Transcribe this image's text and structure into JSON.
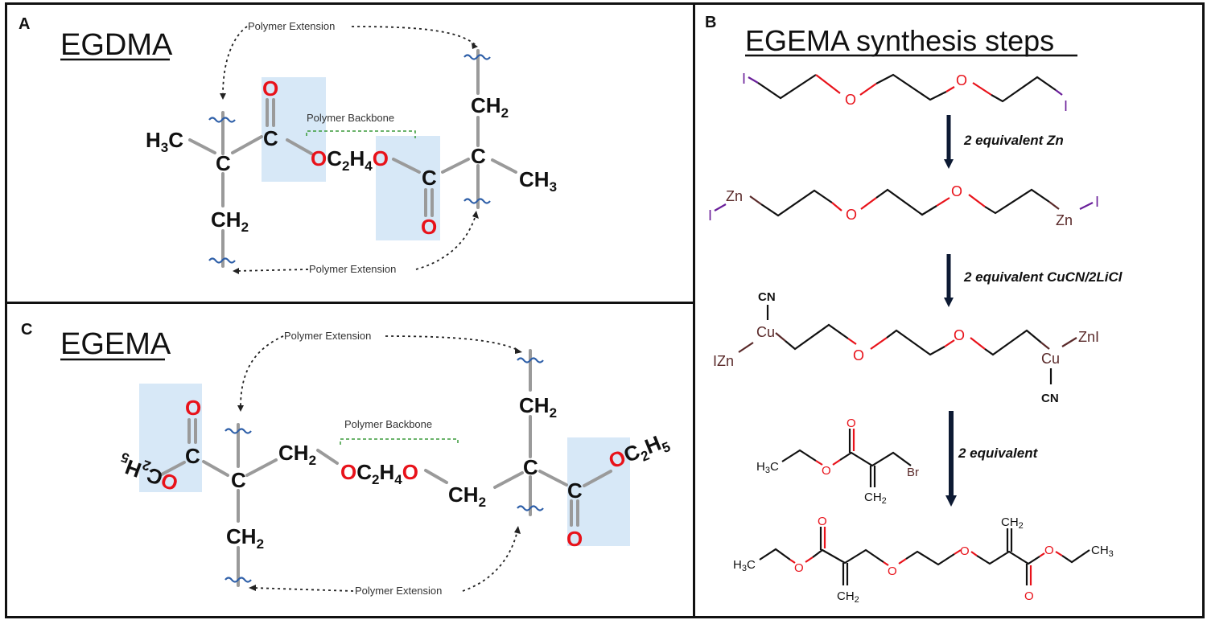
{
  "panels": {
    "a": {
      "letter": "A",
      "title": "EGDMA",
      "annotations": {
        "extension_top": "Polymer Extension",
        "backbone": "Polymer Backbone",
        "extension_bottom": "Polymer Extension"
      },
      "atoms": {
        "h3c": "H",
        "h3c_sub": "3",
        "h3c_tail": "C",
        "c_left": "C",
        "ch2_left": "CH",
        "ch2_left_sub": "2",
        "o_top": "O",
        "c_carbonyl_left": "C",
        "o_ester_left": "O",
        "c2h4_c": "C",
        "c2h4_sub1": "2",
        "c2h4_h": "H",
        "c2h4_sub2": "4",
        "o_ester_right": "O",
        "c_carbonyl_right": "C",
        "o_bottom": "O",
        "c_right": "C",
        "ch2_right": "CH",
        "ch2_right_sub": "2",
        "ch3": "CH",
        "ch3_sub": "3"
      }
    },
    "b": {
      "letter": "B",
      "title": "EGEMA synthesis steps",
      "steps": [
        {
          "reagent": "2 equivalent Zn"
        },
        {
          "reagent": "2 equivalent CuCN/2LiCl"
        },
        {
          "reagent": "2 equivalent"
        }
      ],
      "atoms": {
        "I": "I",
        "O": "O",
        "Zn": "Zn",
        "Cu": "Cu",
        "CN": "CN",
        "IZn": "IZn",
        "ZnI": "ZnI",
        "Br": "Br",
        "H3C": "H",
        "sub3": "3",
        "C": "C",
        "CH": "CH",
        "sub2": "2"
      }
    },
    "c": {
      "letter": "C",
      "title": "EGEMA",
      "annotations": {
        "extension_top": "Polymer Extension",
        "backbone": "Polymer Backbone",
        "extension_bottom": "Polymer Extension"
      },
      "atoms": {
        "o_top": "O",
        "c_carbonyl_left": "C",
        "o_ester_left": "O",
        "c2h5_left": "C",
        "c_left": "C",
        "ch2_a": "CH",
        "sub2": "2",
        "sub5": "5",
        "sub4": "4",
        "h": "H",
        "o_ether": "O",
        "c_right": "C",
        "c_carbonyl_right": "C",
        "o_bottom": "O"
      }
    }
  },
  "colors": {
    "oxygen": "#e8121a",
    "iodine": "#6a1f9a",
    "metal": "#5a2a2a",
    "highlight": "#d7e8f7",
    "wavy": "#2e5fa8",
    "backbone_bracket": "#3a9a3a"
  }
}
